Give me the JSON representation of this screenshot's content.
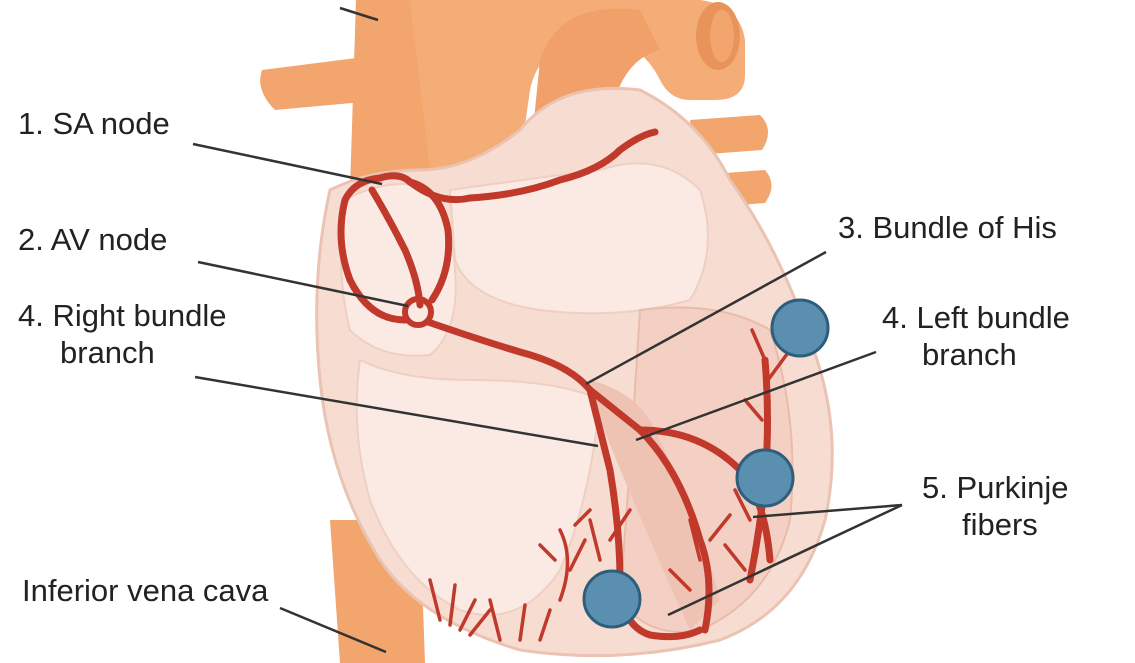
{
  "labels": {
    "sa_node": "1. SA node",
    "av_node": "2. AV node",
    "bundle_of_his": "3. Bundle of His",
    "right_bundle_line1": "4. Right bundle",
    "right_bundle_line2": "branch",
    "left_bundle_line1": "4. Left bundle",
    "left_bundle_line2": "branch",
    "purkinje_line1": "5. Purkinje",
    "purkinje_line2": "fibers",
    "ivc": "Inferior vena cava"
  },
  "colors": {
    "vessel": "#f2a56c",
    "vessel_dark": "#e8935a",
    "heart_fill": "#f7dcd2",
    "heart_inner": "#fbeae4",
    "septum": "#efc3b4",
    "conduction": "#c0392b",
    "leader": "#333333",
    "marker": "#5b8fb0",
    "marker_edge": "#2f5e7c"
  }
}
